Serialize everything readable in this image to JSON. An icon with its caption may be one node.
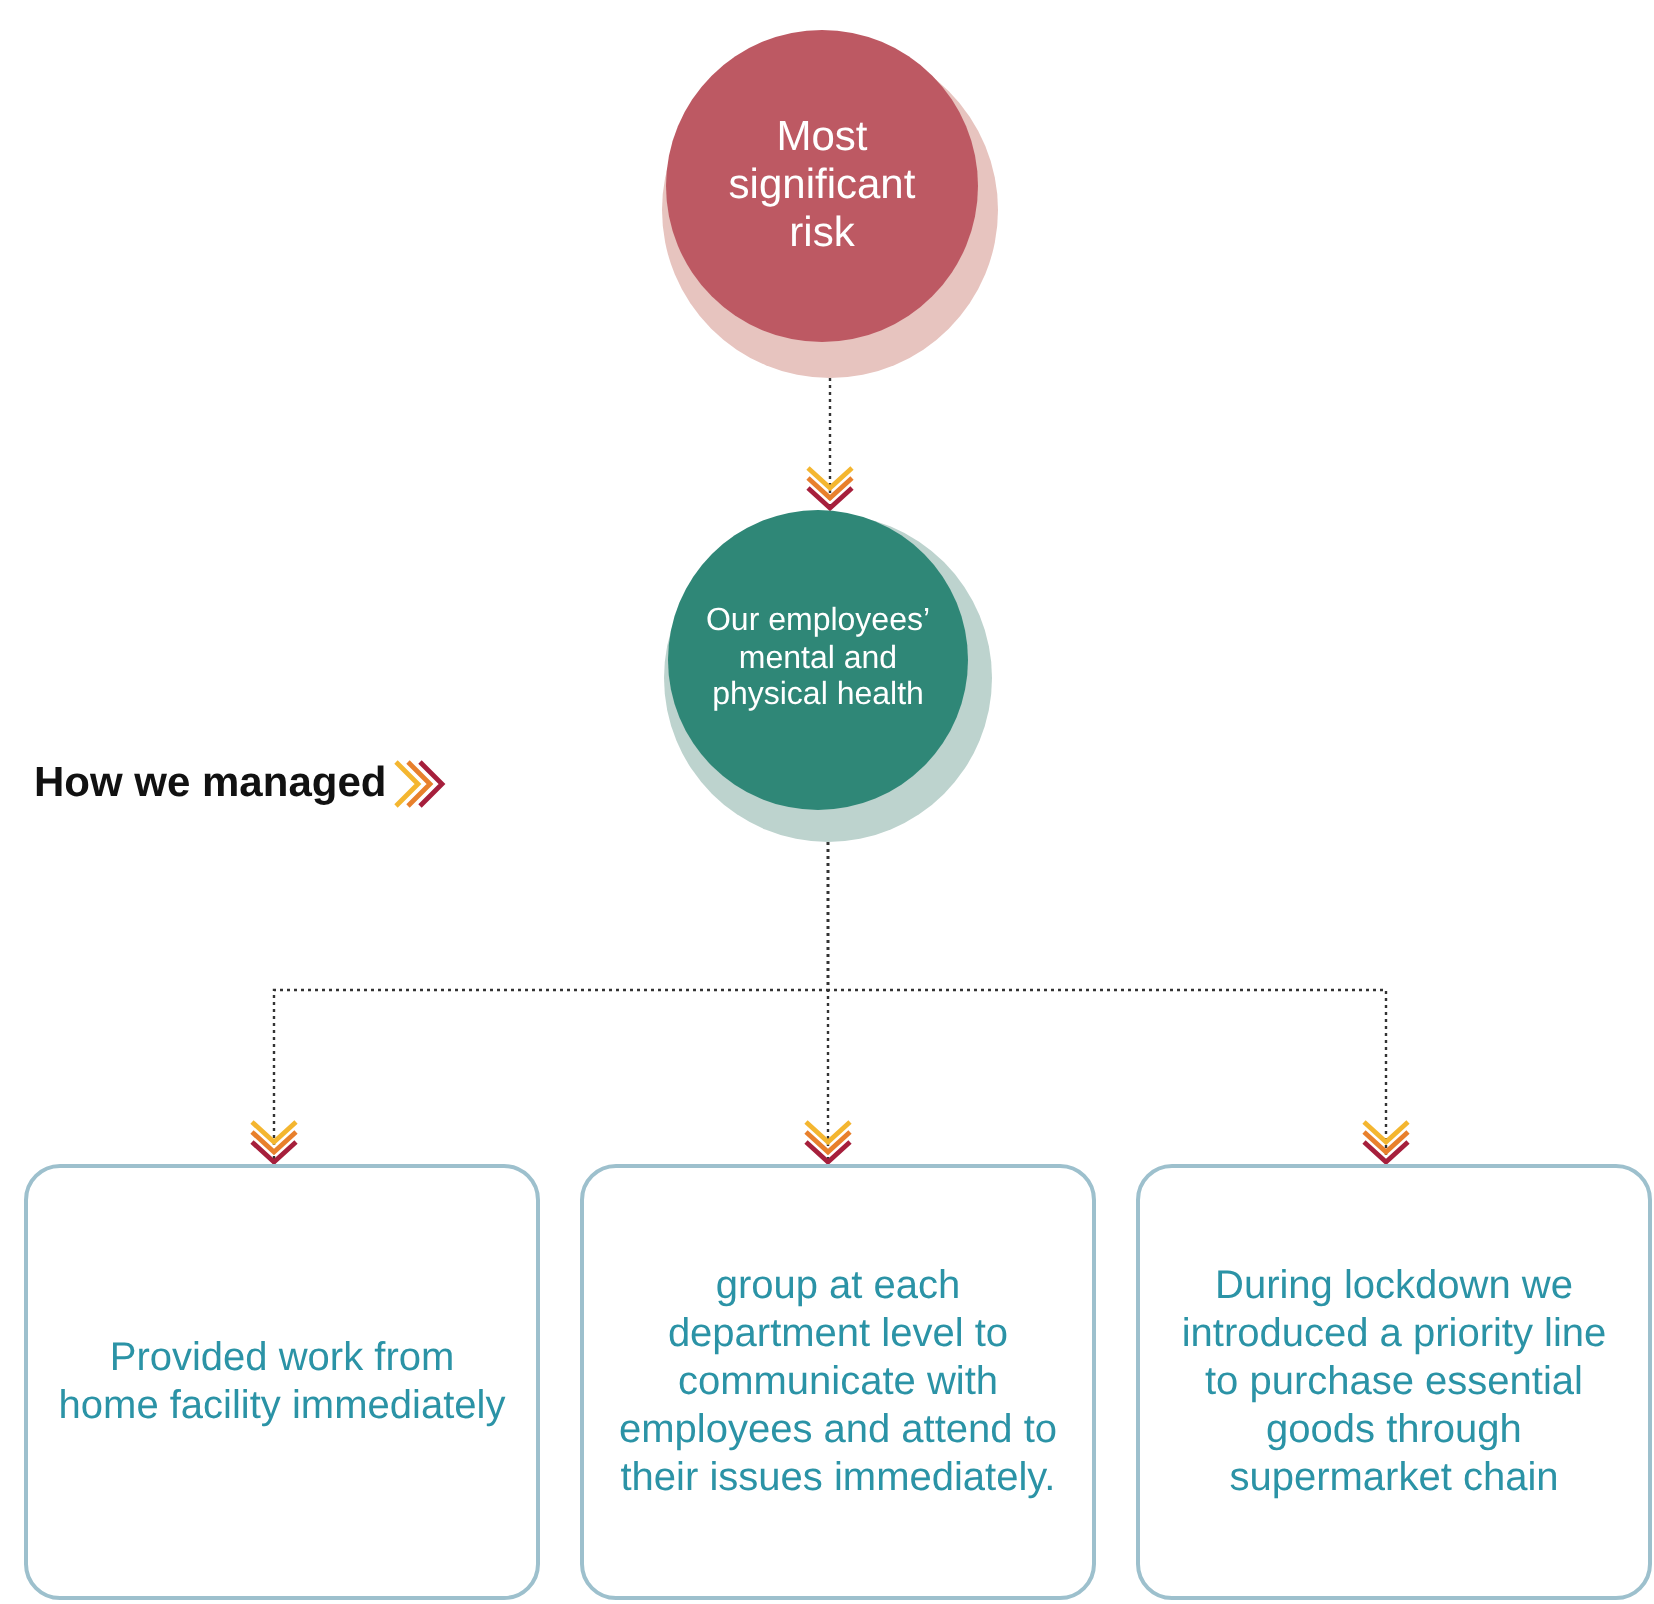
{
  "diagram": {
    "nodes": [
      {
        "text": [
          "Most significant risk"
        ]
      },
      {
        "text": [
          "Our employees’ mental and physical health"
        ]
      },
      {
        "text": [
          "Provided work from home facility immediately"
        ]
      },
      {
        "text": [
          "group at each department level to communicate with employees and attend to their issues immediately."
        ]
      },
      {
        "text": [
          "During lockdown we introduced a priority line to purchase essential goods through supermarket chain"
        ]
      }
    ],
    "edges": [
      {
        "from": 0,
        "to": 1,
        "arrow": "to"
      },
      {
        "from": 1,
        "to": 2,
        "arrow": "to"
      },
      {
        "from": 1,
        "to": 3,
        "arrow": "to"
      },
      {
        "from": 1,
        "to": 4,
        "arrow": "to"
      }
    ],
    "labels": [
      "How we managed"
    ]
  }
}
